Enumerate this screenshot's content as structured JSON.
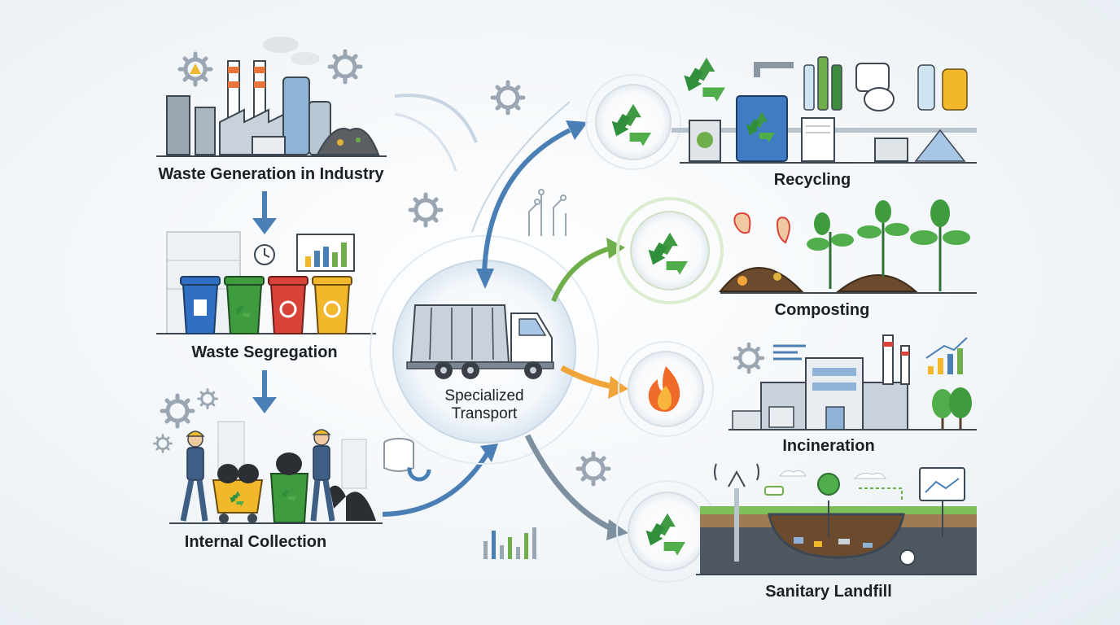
{
  "colors": {
    "blue_arrow": "#4a7fb5",
    "green_arrow": "#6fae4a",
    "orange_arrow": "#f0a43a",
    "gray_arrow": "#7e8fa0",
    "recycle_green": "#3f9a43",
    "bin_blue": "#2f6fc4",
    "bin_green": "#3e9b3e",
    "bin_red": "#d9443a",
    "bin_yellow": "#f1b82b"
  },
  "stages": {
    "generation": "Waste Generation in Industry",
    "segregation": "Waste Segregation",
    "collection": "Internal Collection",
    "transport_line1": "Specialized",
    "transport_line2": "Transport"
  },
  "destinations": {
    "recycling": "Recycling",
    "composting": "Composting",
    "incineration": "Incineration",
    "landfill": "Sanitary Landfill"
  },
  "icons": {
    "recycle": "recycle-icon",
    "fire": "fire-icon",
    "gear": "gear-icon",
    "truck": "garbage-truck-icon"
  }
}
